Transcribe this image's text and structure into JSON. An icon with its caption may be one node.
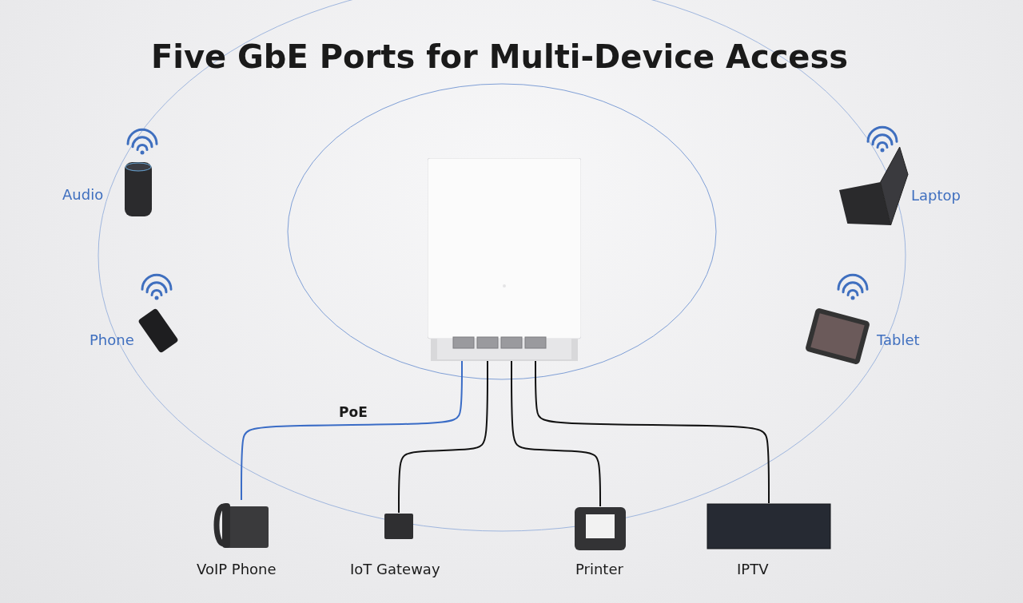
{
  "diagram": {
    "title": "Five GbE Ports for Multi-Device Access",
    "nodes": [
      {
        "text": [
          "Audio"
        ]
      },
      {
        "text": [
          "Laptop"
        ]
      },
      {
        "text": [],
        "shape": "box"
      },
      {
        "text": [
          "Phone"
        ]
      },
      {
        "text": [
          "Tablet"
        ]
      },
      {
        "text": [
          "VoIP Phone"
        ]
      },
      {
        "text": [
          "IoT Gateway"
        ]
      },
      {
        "text": [
          "Printer"
        ]
      },
      {
        "text": [
          "IPTV"
        ]
      }
    ],
    "edges": [
      {
        "from": 2,
        "to": 5,
        "arrow": "none",
        "label": "PoE",
        "color": "#3a6cc6"
      },
      {
        "from": 2,
        "to": 6,
        "arrow": "none"
      },
      {
        "from": 2,
        "to": 7,
        "arrow": "none"
      },
      {
        "from": 2,
        "to": 8,
        "arrow": "none"
      }
    ]
  }
}
